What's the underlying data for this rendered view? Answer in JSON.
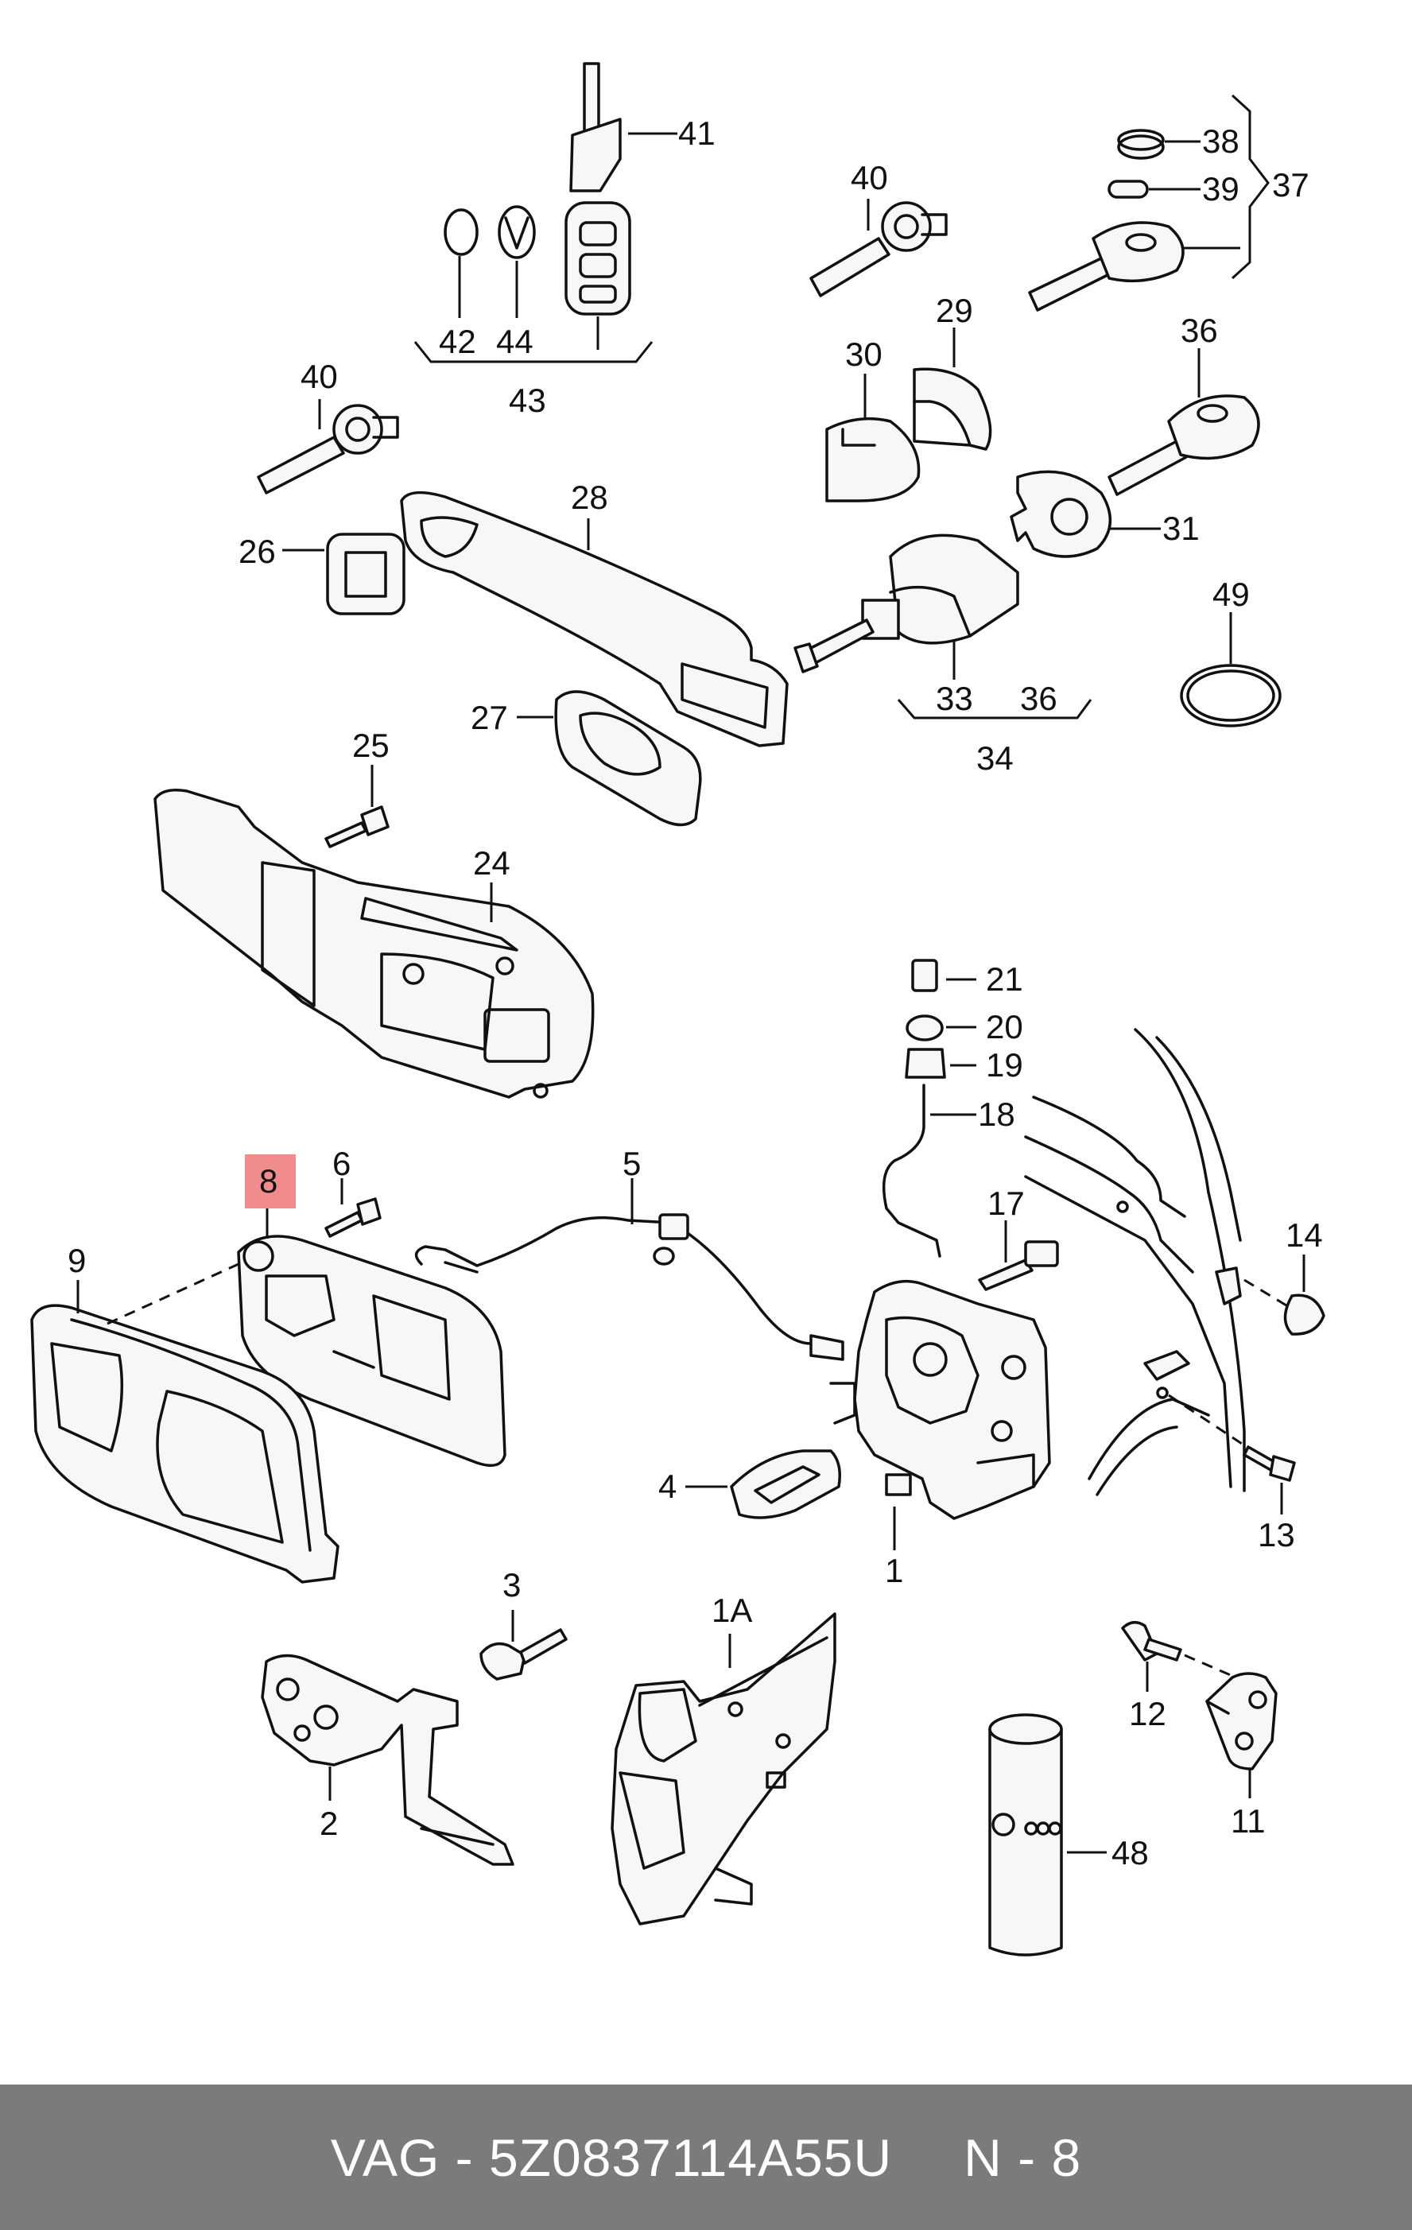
{
  "callouts": [
    {
      "id": "41",
      "text": "41"
    },
    {
      "id": "42",
      "text": "42"
    },
    {
      "id": "44",
      "text": "44"
    },
    {
      "id": "43",
      "text": "43"
    },
    {
      "id": "40a",
      "text": "40"
    },
    {
      "id": "40b",
      "text": "40"
    },
    {
      "id": "38",
      "text": "38"
    },
    {
      "id": "39",
      "text": "39"
    },
    {
      "id": "37",
      "text": "37"
    },
    {
      "id": "36a",
      "text": "36"
    },
    {
      "id": "29",
      "text": "29"
    },
    {
      "id": "30",
      "text": "30"
    },
    {
      "id": "28",
      "text": "28"
    },
    {
      "id": "26",
      "text": "26"
    },
    {
      "id": "31",
      "text": "31"
    },
    {
      "id": "49",
      "text": "49"
    },
    {
      "id": "33",
      "text": "33"
    },
    {
      "id": "36b",
      "text": "36"
    },
    {
      "id": "34",
      "text": "34"
    },
    {
      "id": "27",
      "text": "27"
    },
    {
      "id": "25",
      "text": "25"
    },
    {
      "id": "24",
      "text": "24"
    },
    {
      "id": "21",
      "text": "21"
    },
    {
      "id": "20",
      "text": "20"
    },
    {
      "id": "19",
      "text": "19"
    },
    {
      "id": "18",
      "text": "18"
    },
    {
      "id": "8",
      "text": "8",
      "highlight": true
    },
    {
      "id": "6",
      "text": "6"
    },
    {
      "id": "5",
      "text": "5"
    },
    {
      "id": "17",
      "text": "17"
    },
    {
      "id": "14",
      "text": "14"
    },
    {
      "id": "9",
      "text": "9"
    },
    {
      "id": "4",
      "text": "4"
    },
    {
      "id": "1",
      "text": "1"
    },
    {
      "id": "13",
      "text": "13"
    },
    {
      "id": "3",
      "text": "3"
    },
    {
      "id": "1A",
      "text": "1A"
    },
    {
      "id": "12",
      "text": "12"
    },
    {
      "id": "2",
      "text": "2"
    },
    {
      "id": "11",
      "text": "11"
    },
    {
      "id": "48",
      "text": "48"
    }
  ],
  "footer": {
    "part_number": "VAG - 5Z0837114A55U",
    "position": "N - 8"
  },
  "colors": {
    "footer_background": "#7b7b7b",
    "highlight": "#f08c8c",
    "line": "#111111"
  }
}
